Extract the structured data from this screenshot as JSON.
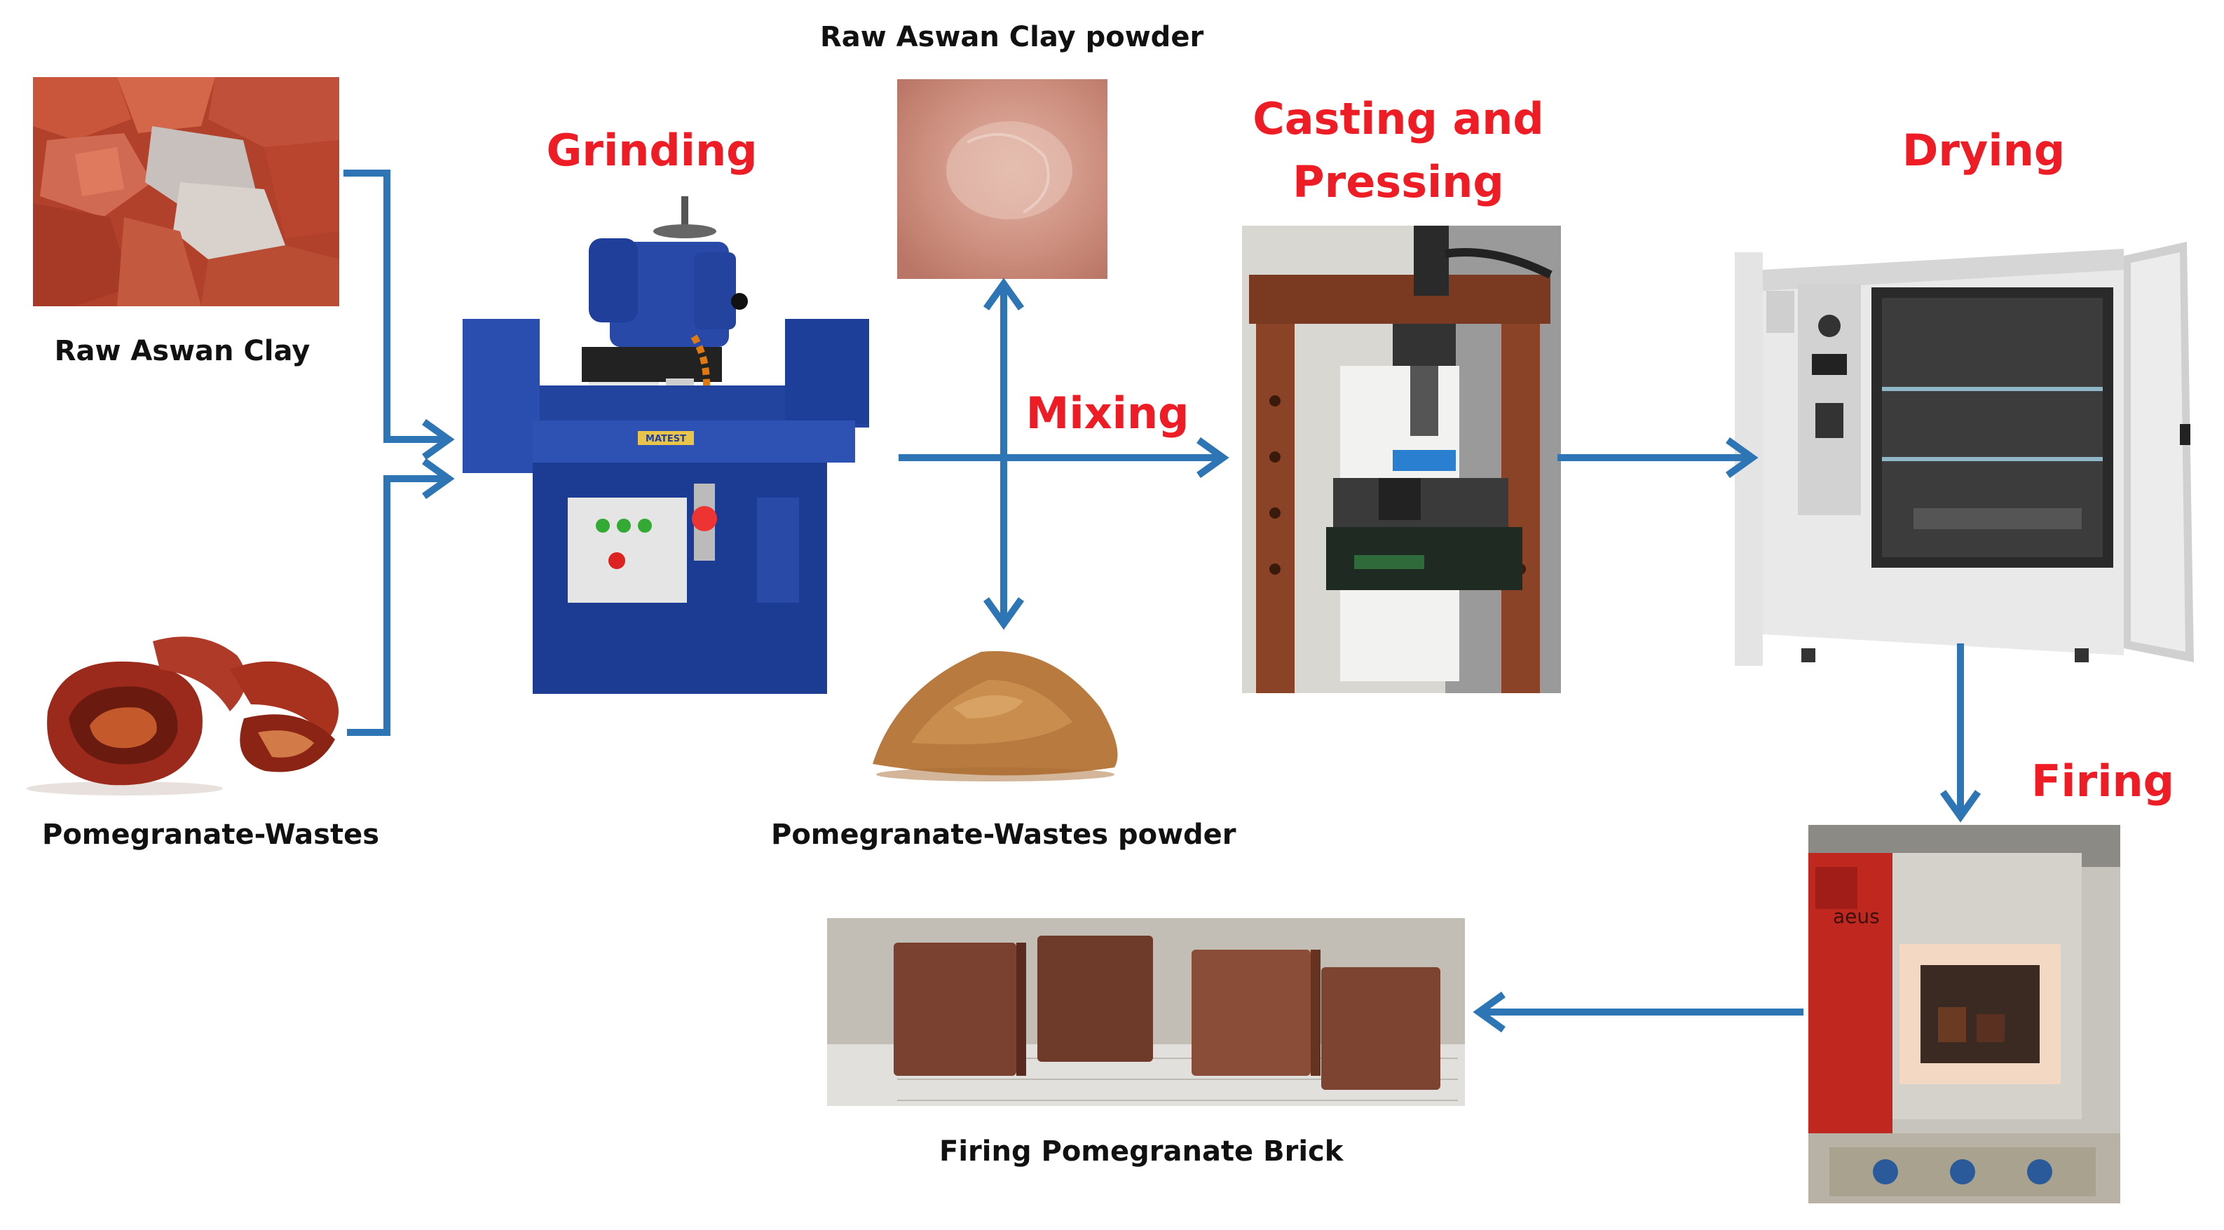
{
  "labels": {
    "raw_clay": "Raw Aswan Clay",
    "pomegranate_wastes": "Pomegranate-Wastes",
    "clay_powder": "Raw Aswan Clay powder",
    "pomegranate_powder": "Pomegranate-Wastes powder",
    "brick": "Firing Pomegranate Brick"
  },
  "steps": {
    "grinding": "Grinding",
    "mixing": "Mixing",
    "casting_line1": "Casting and",
    "casting_line2": "Pressing",
    "drying": "Drying",
    "firing": "Firing"
  },
  "machine": {
    "brand": "MATEST",
    "furnace_brand": "aeus"
  },
  "colors": {
    "arrow": "#2e75b6",
    "step_text": "#ee1c25",
    "machine_blue": "#1f3f9a",
    "clay": "#c8553d",
    "powder": "#b87a3e"
  }
}
